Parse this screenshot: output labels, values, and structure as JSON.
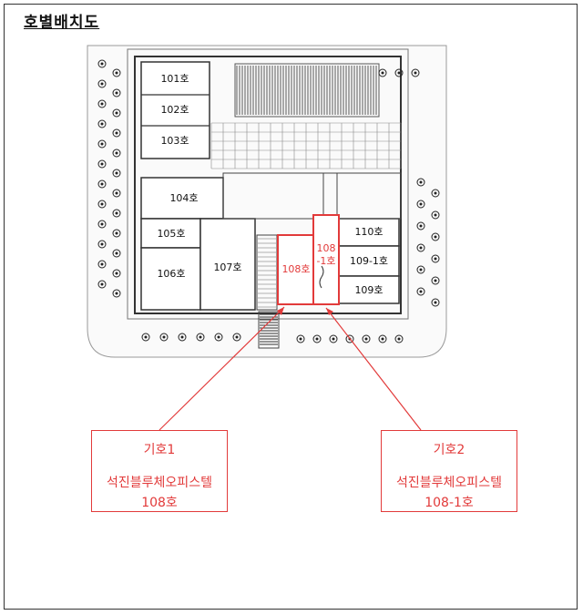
{
  "page_title": "호별배치도",
  "units": [
    {
      "id": "101",
      "label": "101호",
      "highlight": false
    },
    {
      "id": "102",
      "label": "102호",
      "highlight": false
    },
    {
      "id": "103",
      "label": "103호",
      "highlight": false
    },
    {
      "id": "104",
      "label": "104호",
      "highlight": false
    },
    {
      "id": "105",
      "label": "105호",
      "highlight": false
    },
    {
      "id": "106",
      "label": "106호",
      "highlight": false
    },
    {
      "id": "107",
      "label": "107호",
      "highlight": false
    },
    {
      "id": "108",
      "label": "108호",
      "highlight": true
    },
    {
      "id": "108-1",
      "label_line1": "108",
      "label_line2": "-1호",
      "highlight": true
    },
    {
      "id": "110",
      "label": "110호",
      "highlight": false
    },
    {
      "id": "109-1",
      "label": "109-1호",
      "highlight": false
    },
    {
      "id": "109",
      "label": "109호",
      "highlight": false
    }
  ],
  "callouts": [
    {
      "symbol": "기호1",
      "name": "석진블루체오피스텔",
      "unit": "108호"
    },
    {
      "symbol": "기호2",
      "name": "석진블루체오피스텔",
      "unit": "108-1호"
    }
  ],
  "colors": {
    "highlight": "#e23a3a",
    "line": "#333333",
    "hatch": "#555555",
    "tree": "#222222"
  }
}
